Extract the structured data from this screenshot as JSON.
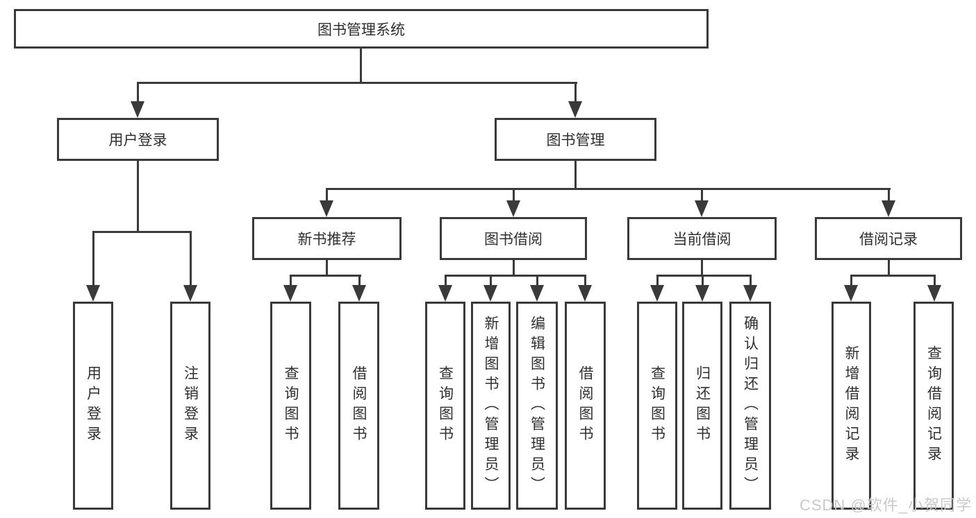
{
  "tree": {
    "label": "图书管理系统",
    "children": [
      {
        "label": "用户登录",
        "children": [
          {
            "label": "用户登录"
          },
          {
            "label": "注销登录"
          }
        ]
      },
      {
        "label": "图书管理",
        "children": [
          {
            "label": "新书推荐",
            "children": [
              {
                "label": "查询图书"
              },
              {
                "label": "借阅图书"
              }
            ]
          },
          {
            "label": "图书借阅",
            "children": [
              {
                "label": "查询图书"
              },
              {
                "label": "新增图书（管理员）"
              },
              {
                "label": "编辑图书（管理员）"
              },
              {
                "label": "借阅图书"
              }
            ]
          },
          {
            "label": "当前借阅",
            "children": [
              {
                "label": "查询图书"
              },
              {
                "label": "归还图书"
              },
              {
                "label": "确认归还（管理员）"
              }
            ]
          },
          {
            "label": "借阅记录",
            "children": [
              {
                "label": "新增借阅记录"
              },
              {
                "label": "查询借阅记录"
              }
            ]
          }
        ]
      }
    ]
  },
  "watermark": {
    "text": "CSDN @软件_小贺同学"
  },
  "colors": {
    "line": "#3a3a3a",
    "text": "#2f2f2f",
    "watermark": "#c9c9c9",
    "background": "#ffffff"
  }
}
